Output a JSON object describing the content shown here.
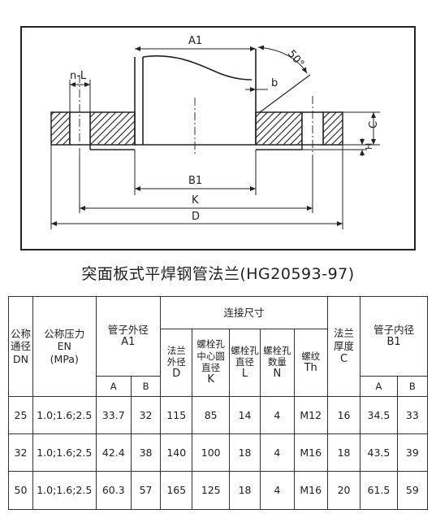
{
  "drawing": {
    "labels": {
      "a1": "A1",
      "b1": "B1",
      "k": "K",
      "d": "D",
      "nl": "n-L",
      "b": "b",
      "c": "C",
      "h": "H",
      "angle": "50°"
    }
  },
  "title": "突面板式平焊钢管法兰(HG20593-97)",
  "table": {
    "headers": {
      "dn": "公称\n通径\nDN",
      "pn_main": "公称压力",
      "pn_en": "EN",
      "pn_unit": "(MPa)",
      "a1_main": "管子外径",
      "a1_sym": "A1",
      "connection": "连接尺寸",
      "d_main": "法兰\n外径",
      "d_sym": "D",
      "k_main": "螺栓孔\n中心圆\n直径",
      "k_sym": "K",
      "l_main": "螺栓孔\n直径",
      "l_sym": "L",
      "n_main": "螺栓孔\n数量",
      "n_sym": "N",
      "th_main": "螺纹",
      "th_sym": "Th",
      "c_main": "法兰\n厚度",
      "c_sym": "C",
      "b1_main": "管子内径",
      "b1_sym": "B1",
      "sub_a": "A",
      "sub_b": "B"
    },
    "rows": [
      {
        "dn": "25",
        "pn": "1.0;1.6;2.5",
        "a1_a": "33.7",
        "a1_b": "32",
        "d": "115",
        "k": "85",
        "l": "14",
        "n": "4",
        "th": "M12",
        "c": "16",
        "b1_a": "34.5",
        "b1_b": "33"
      },
      {
        "dn": "32",
        "pn": "1.0;1.6;2.5",
        "a1_a": "42.4",
        "a1_b": "38",
        "d": "140",
        "k": "100",
        "l": "18",
        "n": "4",
        "th": "M16",
        "c": "18",
        "b1_a": "43.5",
        "b1_b": "39"
      },
      {
        "dn": "50",
        "pn": "1.0;1.6;2.5",
        "a1_a": "60.3",
        "a1_b": "57",
        "d": "165",
        "k": "125",
        "l": "18",
        "n": "4",
        "th": "M16",
        "c": "20",
        "b1_a": "61.5",
        "b1_b": "59"
      }
    ]
  }
}
